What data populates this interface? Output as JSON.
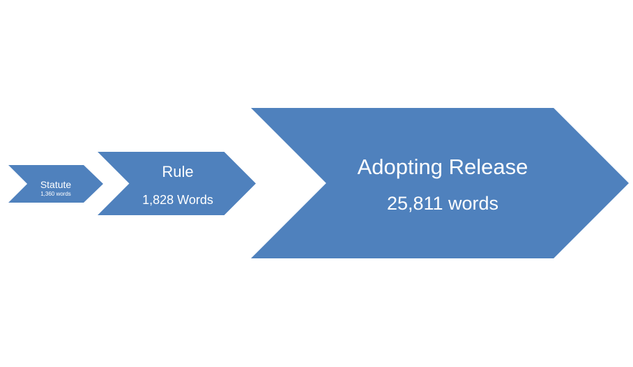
{
  "stages": [
    {
      "title": "Statute",
      "subtitle": "1,360 words"
    },
    {
      "title": "Rule",
      "subtitle": "1,828 Words"
    },
    {
      "title": "Adopting Release",
      "subtitle": "25,811 words"
    }
  ],
  "colors": {
    "chevron_fill": "#4f81bd",
    "text": "#ffffff",
    "background": "#ffffff"
  }
}
